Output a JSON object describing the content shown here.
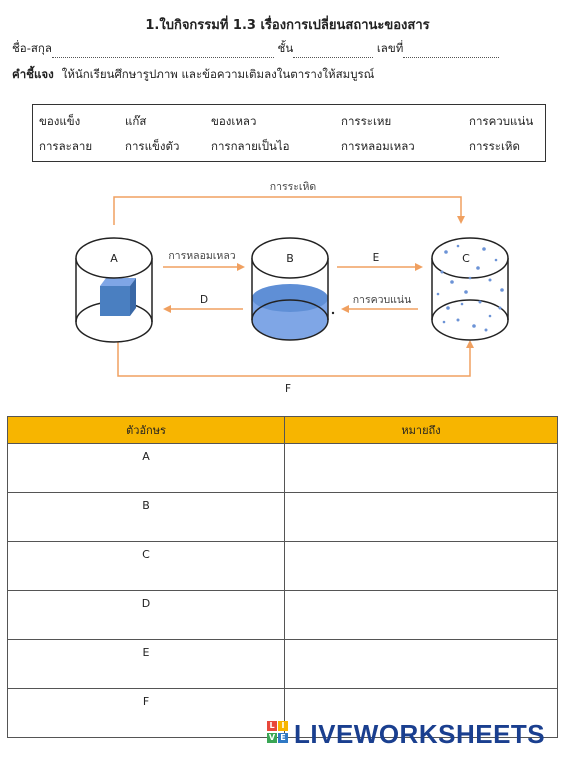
{
  "title": "1.ใบกิจกรรมที่ 1.3 เรื่องการเปลี่ยนสถานะของสาร",
  "form": {
    "name_label": "ชื่อ-สกุล",
    "class_label": "ชั้น",
    "number_label": "เลขที่"
  },
  "instruction": {
    "label": "คำชี้แจง",
    "text": "ให้นักเรียนศึกษารูปภาพ และข้อความเติมลงในตารางให้สมบูรณ์"
  },
  "word_bank": [
    "ของแข็ง",
    "แก๊ส",
    "ของเหลว",
    "การระเหย",
    "การควบแน่น",
    "การละลาย",
    "การแข็งตัว",
    "การกลายเป็นไอ",
    "การหลอมเหลว",
    "การระเหิด"
  ],
  "diagram": {
    "containers": [
      "A",
      "B",
      "C"
    ],
    "arrows": {
      "top": "การระเหิด",
      "a_to_b": "การหลอมเหลว",
      "b_to_a": "D",
      "b_to_c": "E",
      "c_to_b": "การควบแน่น",
      "bottom": "F"
    },
    "colors": {
      "arrow": "#f0a060",
      "solid": "#4a7fc1",
      "liquid": "#7fa6e6",
      "particles": "#6c93d6"
    }
  },
  "table": {
    "headers": [
      "ตัวอักษร",
      "หมายถึง"
    ],
    "rows": [
      {
        "letter": "A",
        "meaning": ""
      },
      {
        "letter": "B",
        "meaning": ""
      },
      {
        "letter": "C",
        "meaning": ""
      },
      {
        "letter": "D",
        "meaning": ""
      },
      {
        "letter": "E",
        "meaning": ""
      },
      {
        "letter": "F",
        "meaning": ""
      }
    ],
    "header_color": "#f7b500"
  },
  "logo": {
    "text": "LIVEWORKSHEETS",
    "mark_letters": [
      "L",
      "I",
      "V",
      "E"
    ]
  }
}
